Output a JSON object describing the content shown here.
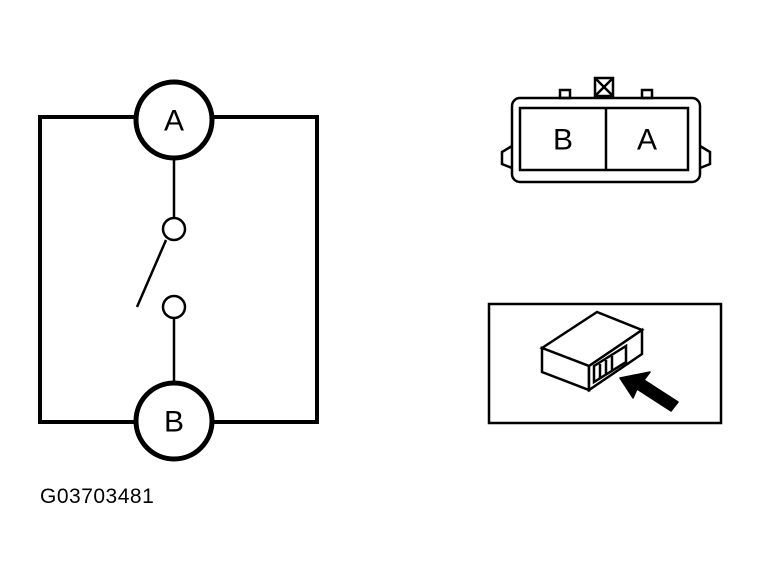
{
  "schematic": {
    "terminal_a_label": "A",
    "terminal_b_label": "B"
  },
  "connector_face": {
    "cavity_left_label": "B",
    "cavity_right_label": "A"
  },
  "figure_id": "G03703481",
  "colors": {
    "ink": "#000000",
    "background": "#ffffff"
  }
}
